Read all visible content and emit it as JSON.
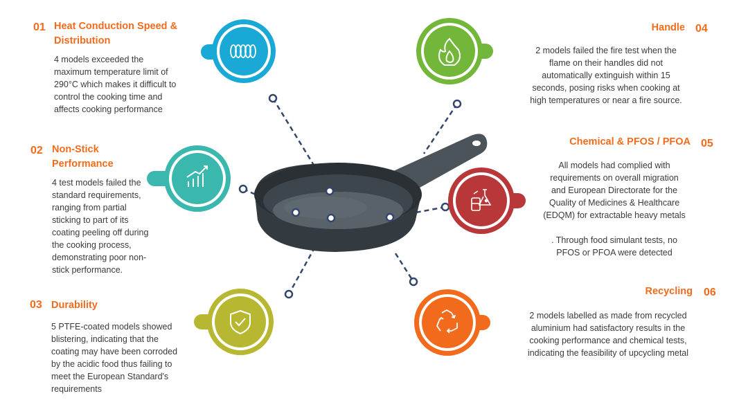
{
  "palette": {
    "orange_text": "#f26b1d",
    "blue": "#1aa8d6",
    "teal": "#3bb8ad",
    "olive": "#b7b731",
    "green": "#72b63a",
    "red": "#b8383a",
    "orange": "#f26a1b",
    "connector": "#34466b"
  },
  "sections": [
    {
      "number": "01",
      "title_lines": [
        "Heat Conduction Speed &",
        "Distribution"
      ],
      "body_lines": [
        "4 models exceeded the",
        "maximum temperature limit of",
        "290°C which makes it difficult to",
        "control the cooking time and",
        "affects cooking performance"
      ],
      "icon": "heating-coil-icon"
    },
    {
      "number": "02",
      "title_lines": [
        "Non-Stick",
        "Performance"
      ],
      "body_lines": [
        "4 test models failed the",
        "standard requirements,",
        "ranging from partial",
        "sticking to part of its",
        "coating peeling off during",
        "the cooking process,",
        "demonstrating poor non-",
        "stick performance."
      ],
      "icon": "growth-chart-icon"
    },
    {
      "number": "03",
      "title_lines": [
        "Durability"
      ],
      "body_lines": [
        "5 PTFE-coated models showed",
        "blistering, indicating that the",
        "coating may have been corroded",
        "by the acidic food thus failing to",
        "meet the European Standard's",
        "requirements"
      ],
      "icon": "shield-check-icon"
    },
    {
      "number": "04",
      "title_lines": [
        "Handle"
      ],
      "body_lines": [
        "2 models failed the fire test when the",
        "flame on their handles did not",
        "automatically extinguish within 15",
        "seconds, posing risks when cooking at",
        "high temperatures or near a fire source."
      ],
      "icon": "flame-icon"
    },
    {
      "number": "05",
      "title_lines": [
        "Chemical & PFOS / PFOA"
      ],
      "body_lines": [
        "All models had complied with",
        "requirements on overall migration",
        "and European Directorate for the",
        "Quality of Medicines & Healthcare",
        "(EDQM) for extractable heavy metals",
        "",
        ".  Through food simulant tests, no",
        "PFOS or PFOA were detected"
      ],
      "icon": "lab-flask-icon"
    },
    {
      "number": "06",
      "title_lines": [
        "Recycling"
      ],
      "body_lines": [
        "2 models labelled as made from recycled",
        "aluminium had satisfactory results in the",
        "cooking performance and chemical tests,",
        "indicating the feasibility of upcycling metal"
      ],
      "icon": "recycle-icon"
    }
  ]
}
